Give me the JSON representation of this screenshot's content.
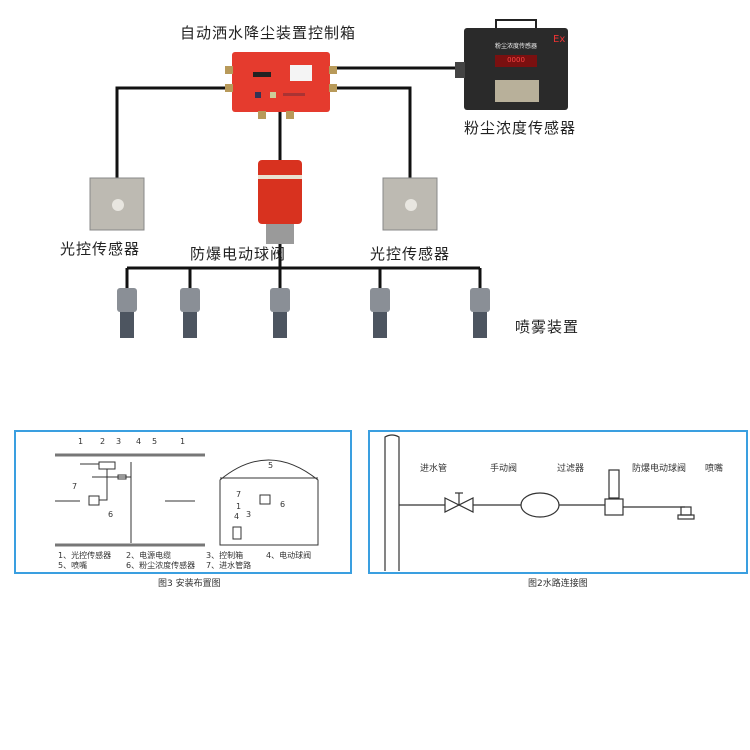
{
  "top": {
    "control_box_label": "自动洒水降尘装置控制箱",
    "dust_sensor_label": "粉尘浓度传感器",
    "dust_sensor_panel_text": "粉尘浓度传感器",
    "dust_sensor_display": "0000",
    "ex_mark": "Ex",
    "light_sensor_left_label": "光控传感器",
    "light_sensor_right_label": "光控传感器",
    "valve_label": "防爆电动球阀",
    "spray_label": "喷雾装置"
  },
  "fig3": {
    "caption": "图3 安装布置图",
    "numbers": [
      "1",
      "2",
      "3",
      "4",
      "5",
      "1",
      "7",
      "6",
      "5",
      "7",
      "1",
      "4",
      "3",
      "6"
    ],
    "legend": [
      "1、光控传感器",
      "2、电源电缆",
      "3、控制箱",
      "4、电动球阀",
      "5、喷嘴",
      "6、粉尘浓度传感器",
      "7、进水管路"
    ],
    "border_color": "#3a9fe0"
  },
  "fig2": {
    "caption": "图2水路连接图",
    "labels": [
      "进水管",
      "手动阀",
      "过滤器",
      "防爆电动球阀",
      "喷嘴"
    ],
    "border_color": "#3a9fe0"
  }
}
